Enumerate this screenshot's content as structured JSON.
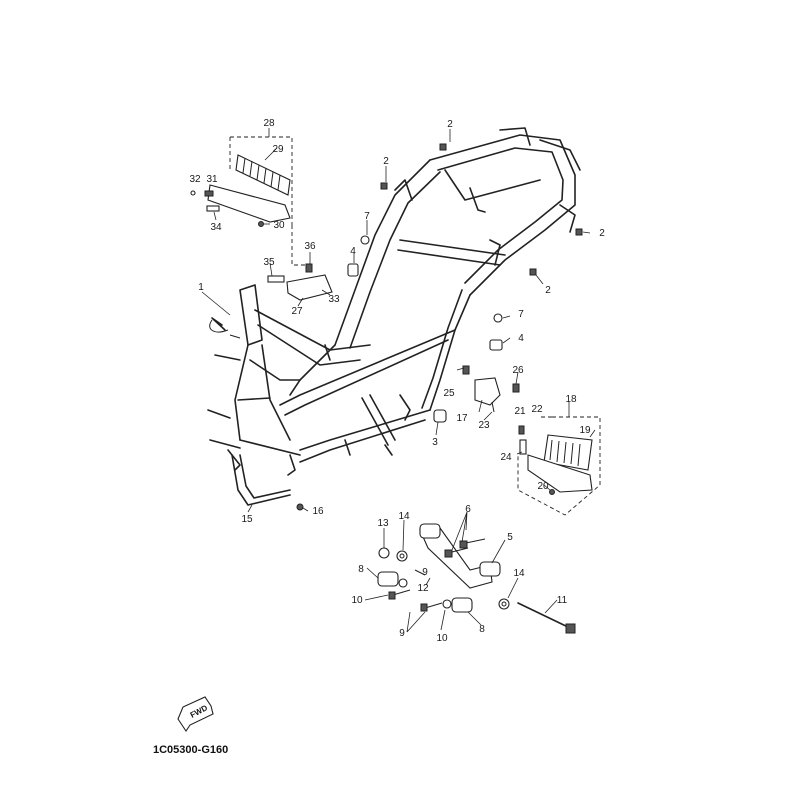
{
  "diagram_code": "1C05300-G160",
  "fwd_label": "FWD",
  "callouts": {
    "n1": "1",
    "n2a": "2",
    "n2b": "2",
    "n2c": "2",
    "n2d": "2",
    "n3": "3",
    "n4a": "4",
    "n4b": "4",
    "n5": "5",
    "n6": "6",
    "n7a": "7",
    "n7b": "7",
    "n8a": "8",
    "n8b": "8",
    "n9a": "9",
    "n9b": "9",
    "n10a": "10",
    "n10b": "10",
    "n11": "11",
    "n12": "12",
    "n13": "13",
    "n14a": "14",
    "n14b": "14",
    "n15": "15",
    "n16": "16",
    "n17": "17",
    "n18": "18",
    "n19": "19",
    "n20": "20",
    "n21": "21",
    "n22": "22",
    "n23": "23",
    "n24": "24",
    "n25": "25",
    "n26": "26",
    "n27": "27",
    "n28": "28",
    "n29": "29",
    "n30": "30",
    "n31": "31",
    "n32": "32",
    "n33": "33",
    "n34": "34",
    "n35": "35",
    "n36": "36"
  }
}
